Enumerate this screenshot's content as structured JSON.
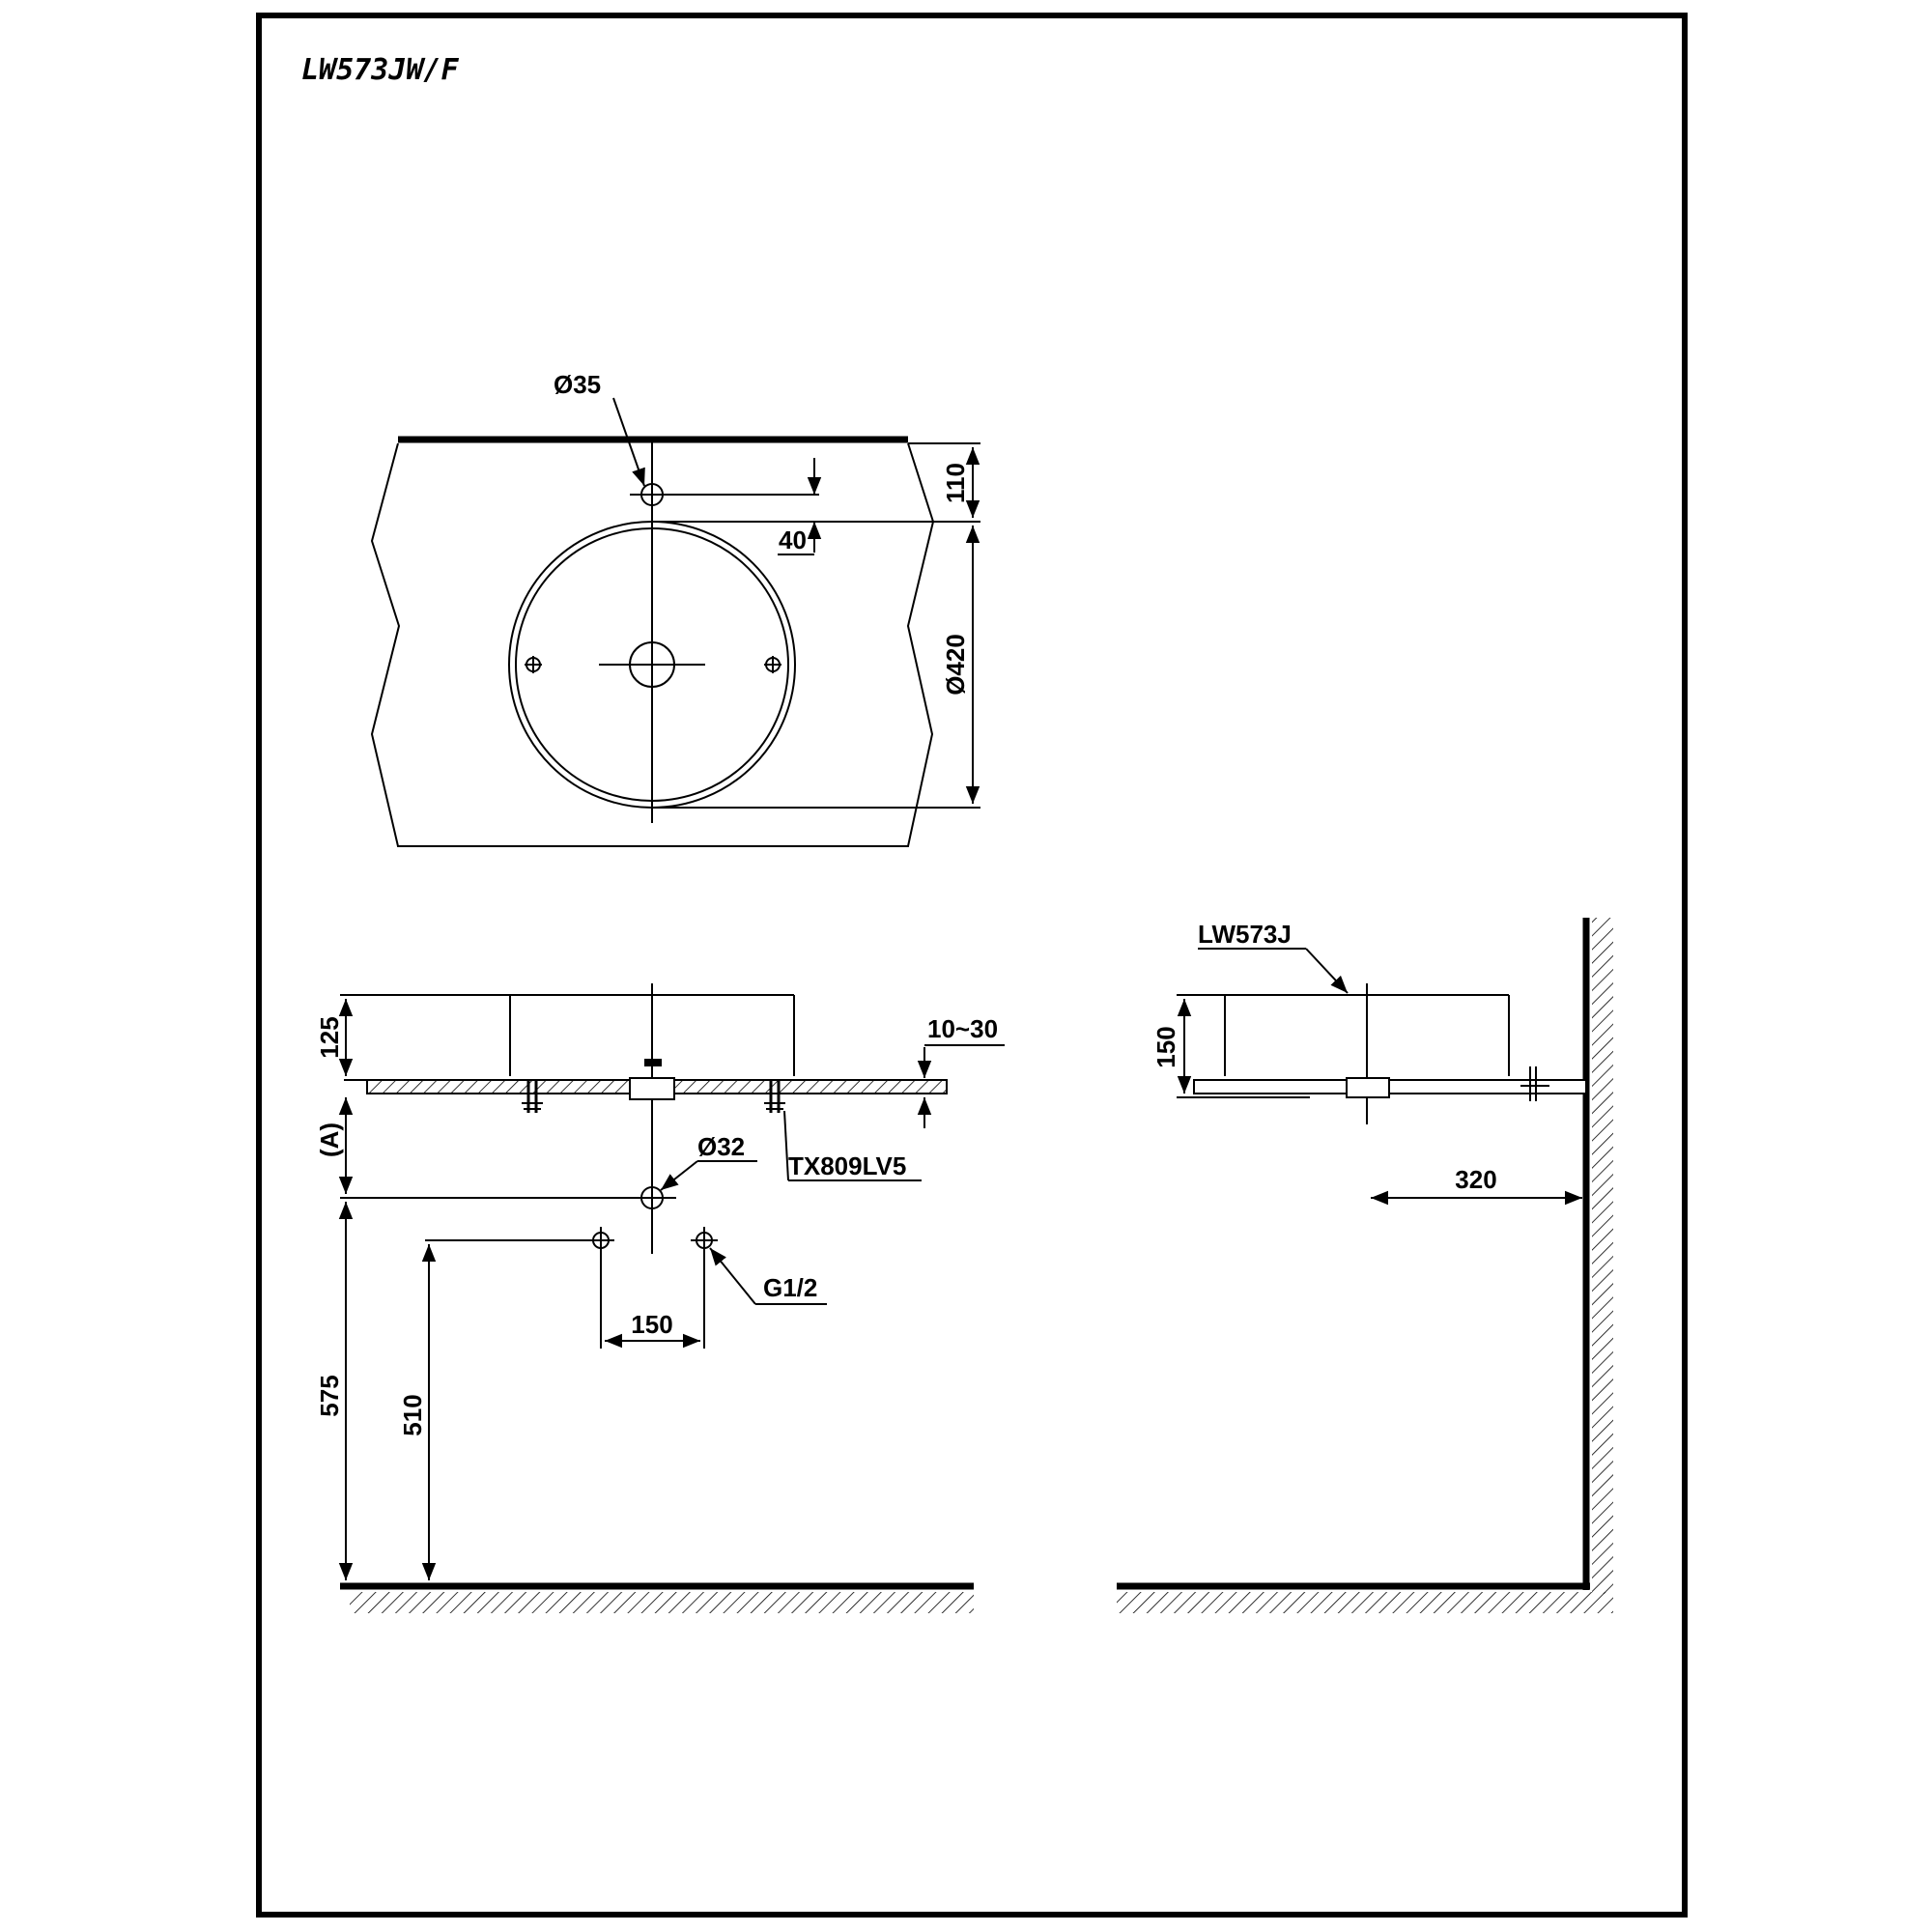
{
  "title": "LW573JW/F",
  "top_view": {
    "tap_hole": "Ø35",
    "tap_offset": "110",
    "tap_gap": "40",
    "bowl_diameter": "Ø420"
  },
  "front_view": {
    "bowl_height": "125",
    "counter_thickness": "10~30",
    "drain_height_label": "(A)",
    "drain_hole": "Ø32",
    "fixing_kit": "TX809LV5",
    "supply_thread": "G1/2",
    "supply_spacing": "150",
    "drain_to_floor": "575",
    "supply_to_floor": "510"
  },
  "side_view": {
    "model": "LW573J",
    "bowl_height": "150",
    "wall_distance": "320"
  }
}
